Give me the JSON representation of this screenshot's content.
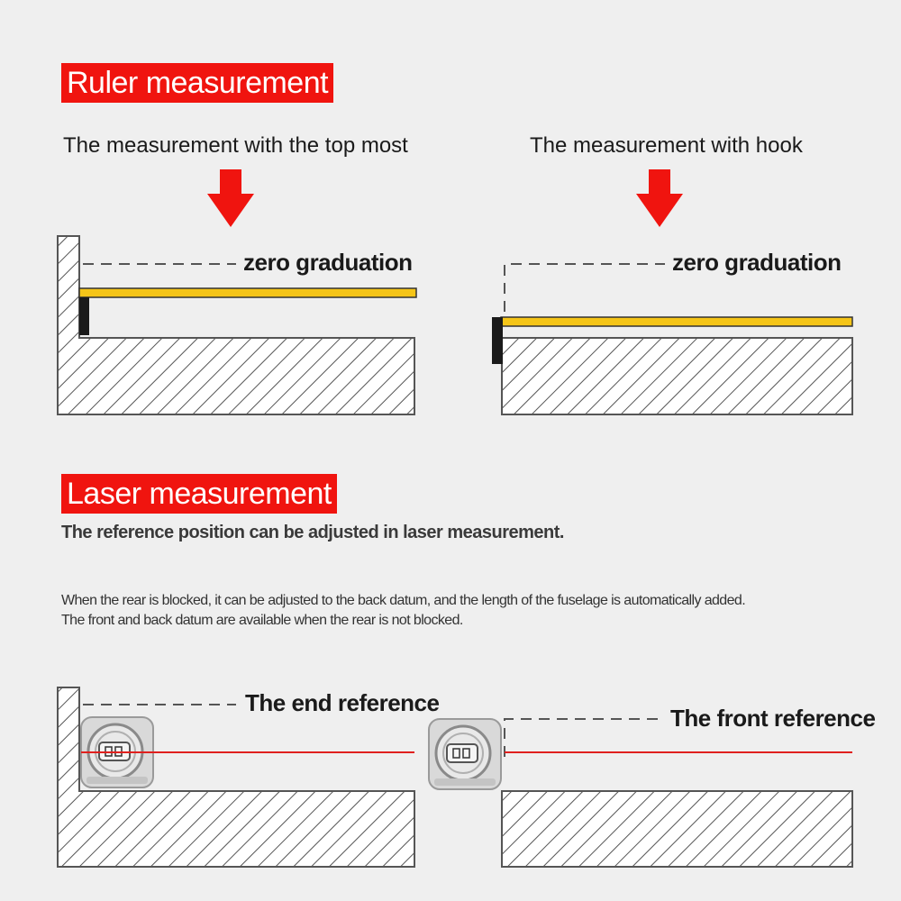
{
  "ruler_section": {
    "banner": "Ruler measurement",
    "left_heading": "The measurement with the top most",
    "right_heading": "The measurement with hook",
    "left_label": "zero graduation",
    "right_label": "zero graduation"
  },
  "laser_section": {
    "banner": "Laser measurement",
    "subtitle": "The reference position can be adjusted in laser measurement.",
    "note_line1": "When the rear is blocked, it can be adjusted to the back datum, and the length of the fuselage is automatically added.",
    "note_line2": "The front and back datum are available when the rear is not blocked.",
    "left_label": "The end reference",
    "right_label": "The front reference"
  },
  "colors": {
    "banner_red": "#f0140f",
    "arrow_red": "#f0140f",
    "tape_yellow": "#f5c518",
    "laser_red": "#e0201e",
    "hatch_gray": "#555555"
  }
}
